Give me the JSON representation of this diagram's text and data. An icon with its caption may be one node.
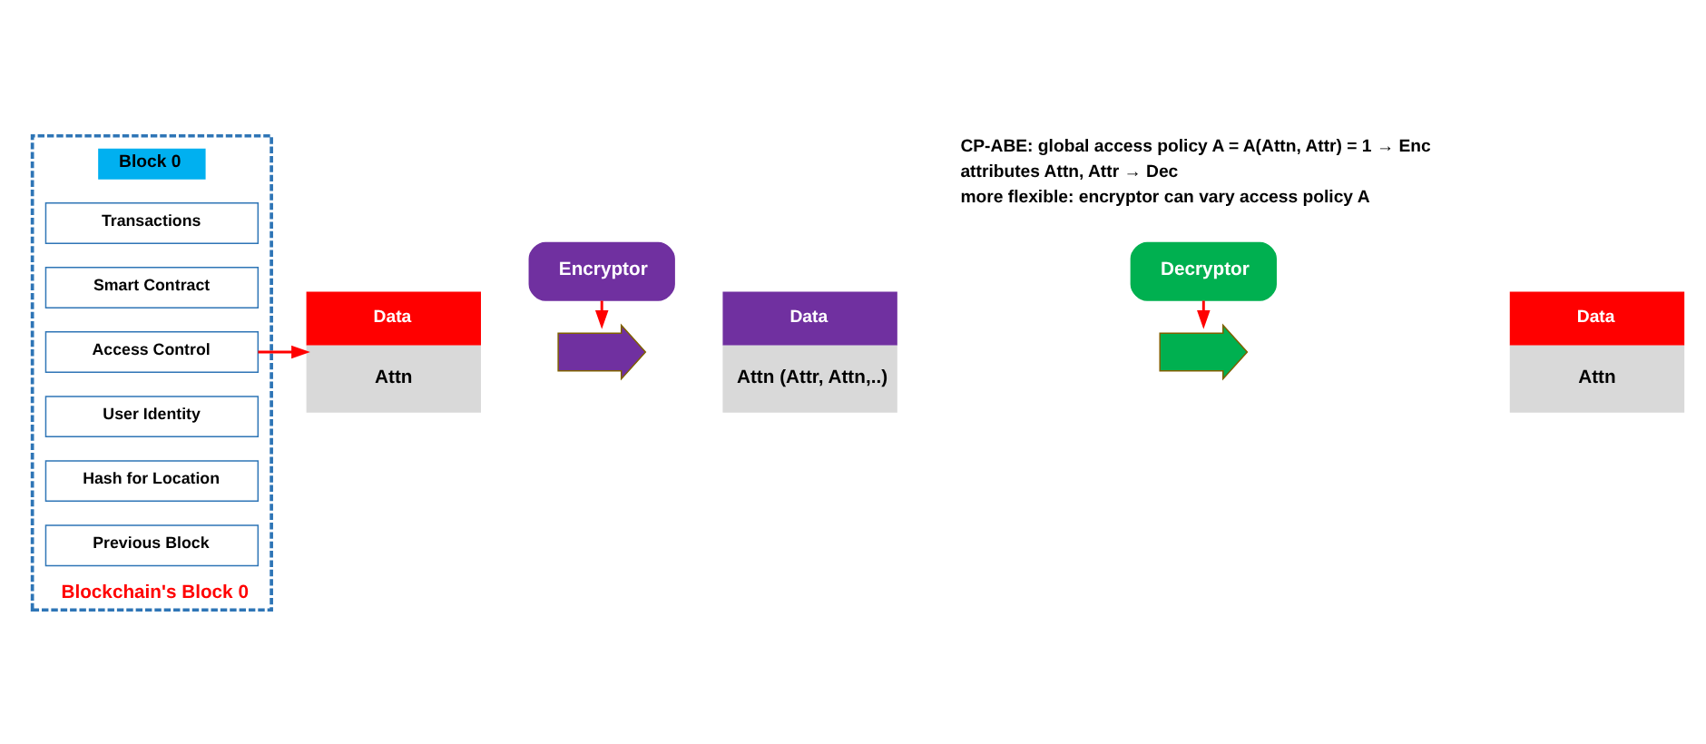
{
  "diagram": {
    "nodes": [
      {
        "text": [
          "Blockchain's Block 0"
        ]
      },
      {
        "text": [
          "Block 0"
        ],
        "in": 0
      },
      {
        "text": [
          "Transactions"
        ],
        "in": 0
      },
      {
        "text": [
          "Smart Contract"
        ],
        "in": 0
      },
      {
        "text": [
          "Access Control"
        ],
        "in": 0
      },
      {
        "text": [
          "User Identity"
        ],
        "in": 0
      },
      {
        "text": [
          "Hash for Location"
        ],
        "in": 0
      },
      {
        "text": [
          "Previous Block"
        ],
        "in": 0
      },
      {
        "text": [
          "Data",
          "Attn"
        ]
      },
      {
        "text": [],
        "shape": "arrow"
      },
      {
        "text": [
          "Data",
          "Attn (Attr, Attn,..)"
        ]
      },
      {
        "text": [],
        "shape": "arrow"
      },
      {
        "text": [
          "Data",
          "Attn"
        ]
      },
      {
        "text": [
          "Encryptor"
        ]
      },
      {
        "text": [
          "Decryptor"
        ]
      }
    ],
    "edges": [
      {
        "from": 4,
        "to": 8,
        "arrow": "to"
      },
      {
        "from": 13,
        "to": 9,
        "arrow": "to"
      },
      {
        "from": 14,
        "to": 11,
        "arrow": "to"
      }
    ],
    "labels": [
      "CP-ABE: global access policy A = A(Attn, Attr) = 1 → Enc",
      "attributes Attn, Attr → Dec",
      "more flexible: encryptor can vary access policy A"
    ]
  }
}
